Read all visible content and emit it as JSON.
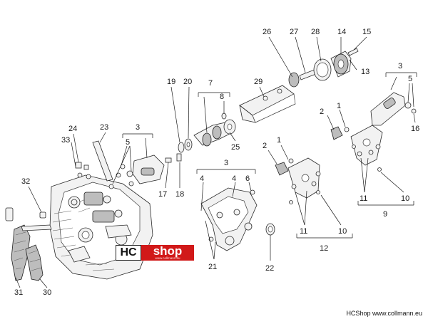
{
  "callouts": {
    "c26": "26",
    "c27": "27",
    "c28": "28",
    "c14": "14",
    "c15": "15",
    "c13": "13",
    "c3a": "3",
    "c5a": "5",
    "c16": "16",
    "c29": "29",
    "c2a": "2",
    "c1a": "1",
    "c10a": "10",
    "c11a": "11",
    "c9": "9",
    "c19": "19",
    "c20": "20",
    "c7": "7",
    "c8": "8",
    "c25": "25",
    "c2b": "2",
    "c1b": "1",
    "c24": "24",
    "c23": "23",
    "c33": "33",
    "c3b": "3",
    "c5b": "5",
    "c17": "17",
    "c18": "18",
    "c3c": "3",
    "c4a": "4",
    "c4b": "4",
    "c6": "6",
    "c11b": "11",
    "c10b": "10",
    "c12": "12",
    "c32": "32",
    "c21": "21",
    "c22": "22",
    "c31": "31",
    "c30": "30"
  },
  "logo": {
    "left": "HC",
    "right": "shop",
    "sub": "www.collmann.eu"
  },
  "footer": "HCShop www.collmann.eu",
  "colors": {
    "logo_red": "#d11919",
    "line": "#1a1a1a"
  }
}
